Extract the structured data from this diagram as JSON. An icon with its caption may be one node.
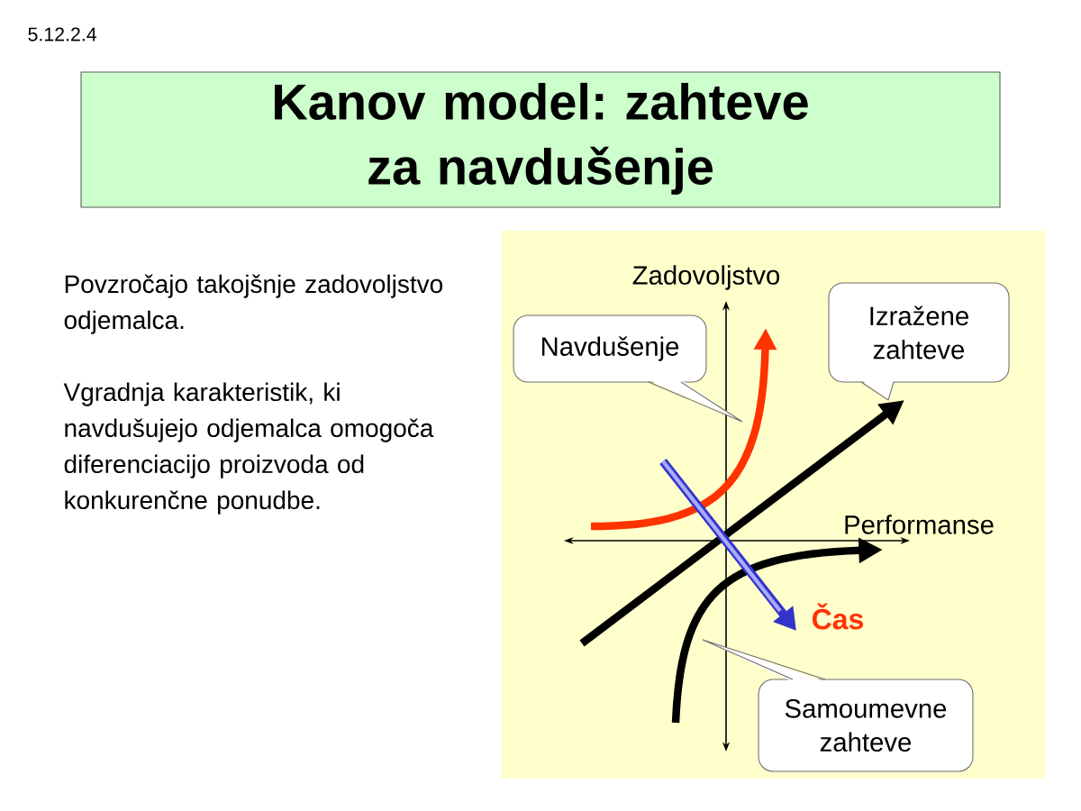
{
  "diagram": {
    "title": "Kanov model: zahteve za navdušenje",
    "nodes": [
      {
        "text": [
          "Navdušenje"
        ]
      },
      {
        "text": [
          "Izražene zahteve"
        ]
      },
      {
        "text": [
          "Samoumevne zahteve"
        ]
      }
    ],
    "labels": [
      "5.12.2.4",
      "Povzročajo takojšnje zadovoljstvo odjemalca.",
      "Vgradnja karakteristik, ki navdušujejo odjemalca omogoča diferenciacijo proizvoda od konkurenčne ponudbe.",
      "Zadovoljstvo",
      "Performanse",
      "Čas"
    ]
  }
}
